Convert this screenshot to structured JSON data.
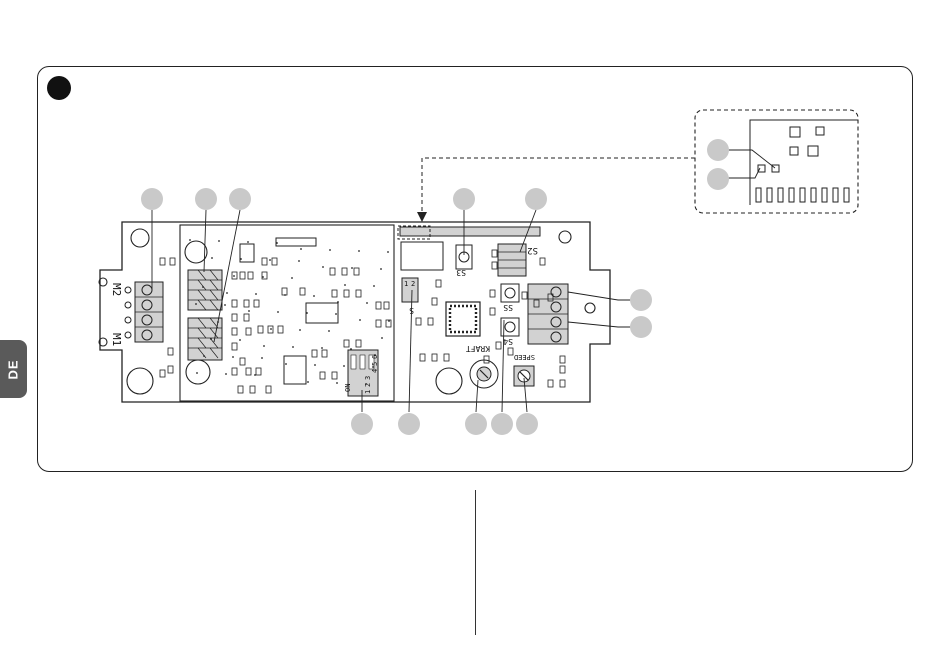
{
  "figure": {
    "language_tab": "DE",
    "labels": {
      "m2": "M2",
      "m1": "M1",
      "s3": "S3",
      "s2": "S2",
      "s": "S",
      "s4": "S4",
      "ss": "SS",
      "force": "KRAFT",
      "speed": "SPEED",
      "dip_on": "ON",
      "dip_numbers": [
        "1",
        "2",
        "3",
        "4",
        "5",
        "6"
      ],
      "dip_small_numbers": [
        "1",
        "2"
      ]
    }
  },
  "colors": {
    "ink": "#222222",
    "badge": "#c9c9c9",
    "terminal": "#d2d2d2",
    "tab": "#5a5a5a",
    "header_dot": "#111111"
  }
}
